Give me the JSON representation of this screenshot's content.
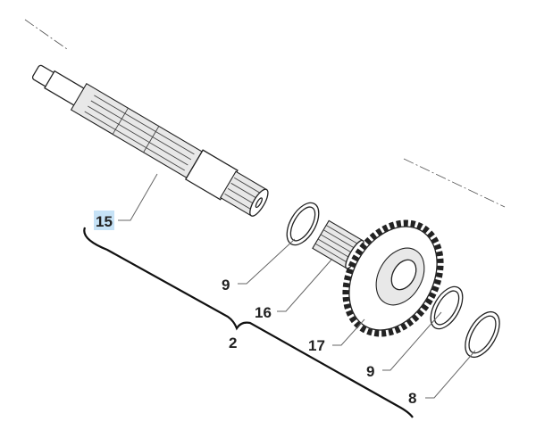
{
  "callouts": {
    "shaft": "15",
    "circlip_a": "9",
    "needle_bearing": "16",
    "gear": "17",
    "assembly": "2",
    "circlip_b": "9",
    "ring": "8"
  },
  "colors": {
    "highlight": "#c6e2f6",
    "line": "#222222"
  }
}
